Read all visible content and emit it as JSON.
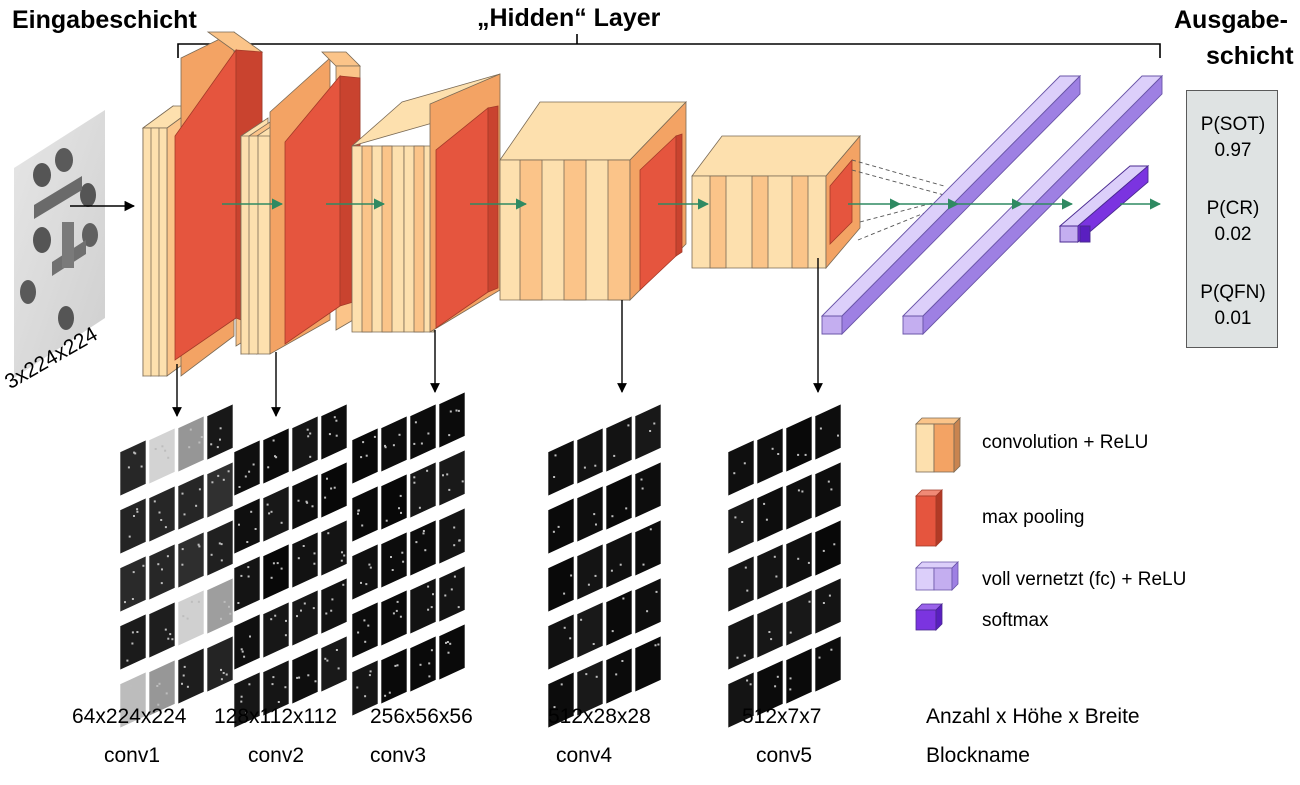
{
  "headers": {
    "input": "Eingabeschicht",
    "hidden": "„Hidden“ Layer",
    "output_line1": "Ausgabe-",
    "output_line2": "schicht"
  },
  "input_size": "3x224x224",
  "outputs": [
    {
      "label": "P(SOT)",
      "value": "0.97"
    },
    {
      "label": "P(CR)",
      "value": "0.02"
    },
    {
      "label": "P(QFN)",
      "value": "0.01"
    }
  ],
  "blocks": [
    {
      "dims": "64x224x224",
      "name": "conv1"
    },
    {
      "dims": "128x112x112",
      "name": "conv2"
    },
    {
      "dims": "256x56x56",
      "name": "conv3"
    },
    {
      "dims": "512x28x28",
      "name": "conv4"
    },
    {
      "dims": "512x7x7",
      "name": "conv5"
    }
  ],
  "legend": {
    "conv": "convolution + ReLU",
    "pool": "max pooling",
    "fc": "voll vernetzt (fc) + ReLU",
    "softmax": "softmax"
  },
  "footer": {
    "dims_caption": "Anzahl x Höhe x Breite",
    "name_caption": "Blockname"
  },
  "colors": {
    "conv_light": "#fde0ae",
    "conv_mid": "#fbc489",
    "conv_dark": "#f3a364",
    "pool": "#e5553e",
    "pool_dark": "#b23a26",
    "fc": "#c4aef0",
    "fc_dark": "#9e80e3",
    "softmax": "#7b34e0",
    "flow": "#2f8a62"
  }
}
